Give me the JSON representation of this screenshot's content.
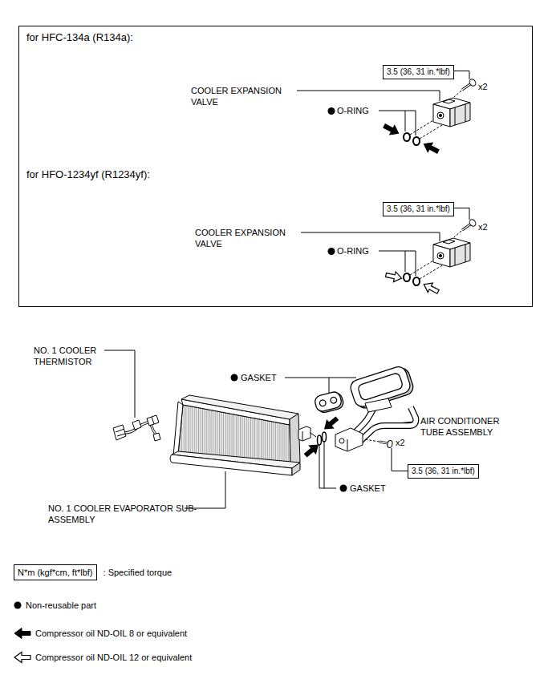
{
  "diagram": {
    "nodes": [
      {
        "text": [
          "for HFC-134a (R134a):",
          "for HFO-1234yf (R1234yf):"
        ]
      },
      {
        "text": [
          "3.5 (36, 31 in.*lbf)"
        ],
        "in": 0
      },
      {
        "text": [
          "3.5 (36, 31 in.*lbf)"
        ],
        "in": 0
      },
      {
        "text": [
          "3.5 (36, 31 in.*lbf)"
        ]
      },
      {
        "text": [
          "N*m (kgf*cm, ft*lbf)"
        ]
      }
    ],
    "labels": [
      "x2",
      "COOLER EXPANSION VALVE",
      "O-RING",
      "x2",
      "COOLER EXPANSION VALVE",
      "O-RING",
      "NO. 1 COOLER THERMISTOR",
      "GASKET",
      "AIR CONDITIONER TUBE ASSEMBLY",
      "x2",
      "GASKET",
      "NO. 1 COOLER EVAPORATOR SUB-ASSEMBLY"
    ],
    "legend": [
      {
        "text": ": Specified torque"
      },
      {
        "text": "Non-reusable part"
      },
      {
        "text": "Compressor oil ND-OIL 8 or equivalent"
      },
      {
        "text": "Compressor oil ND-OIL 12 or equivalent"
      }
    ]
  }
}
